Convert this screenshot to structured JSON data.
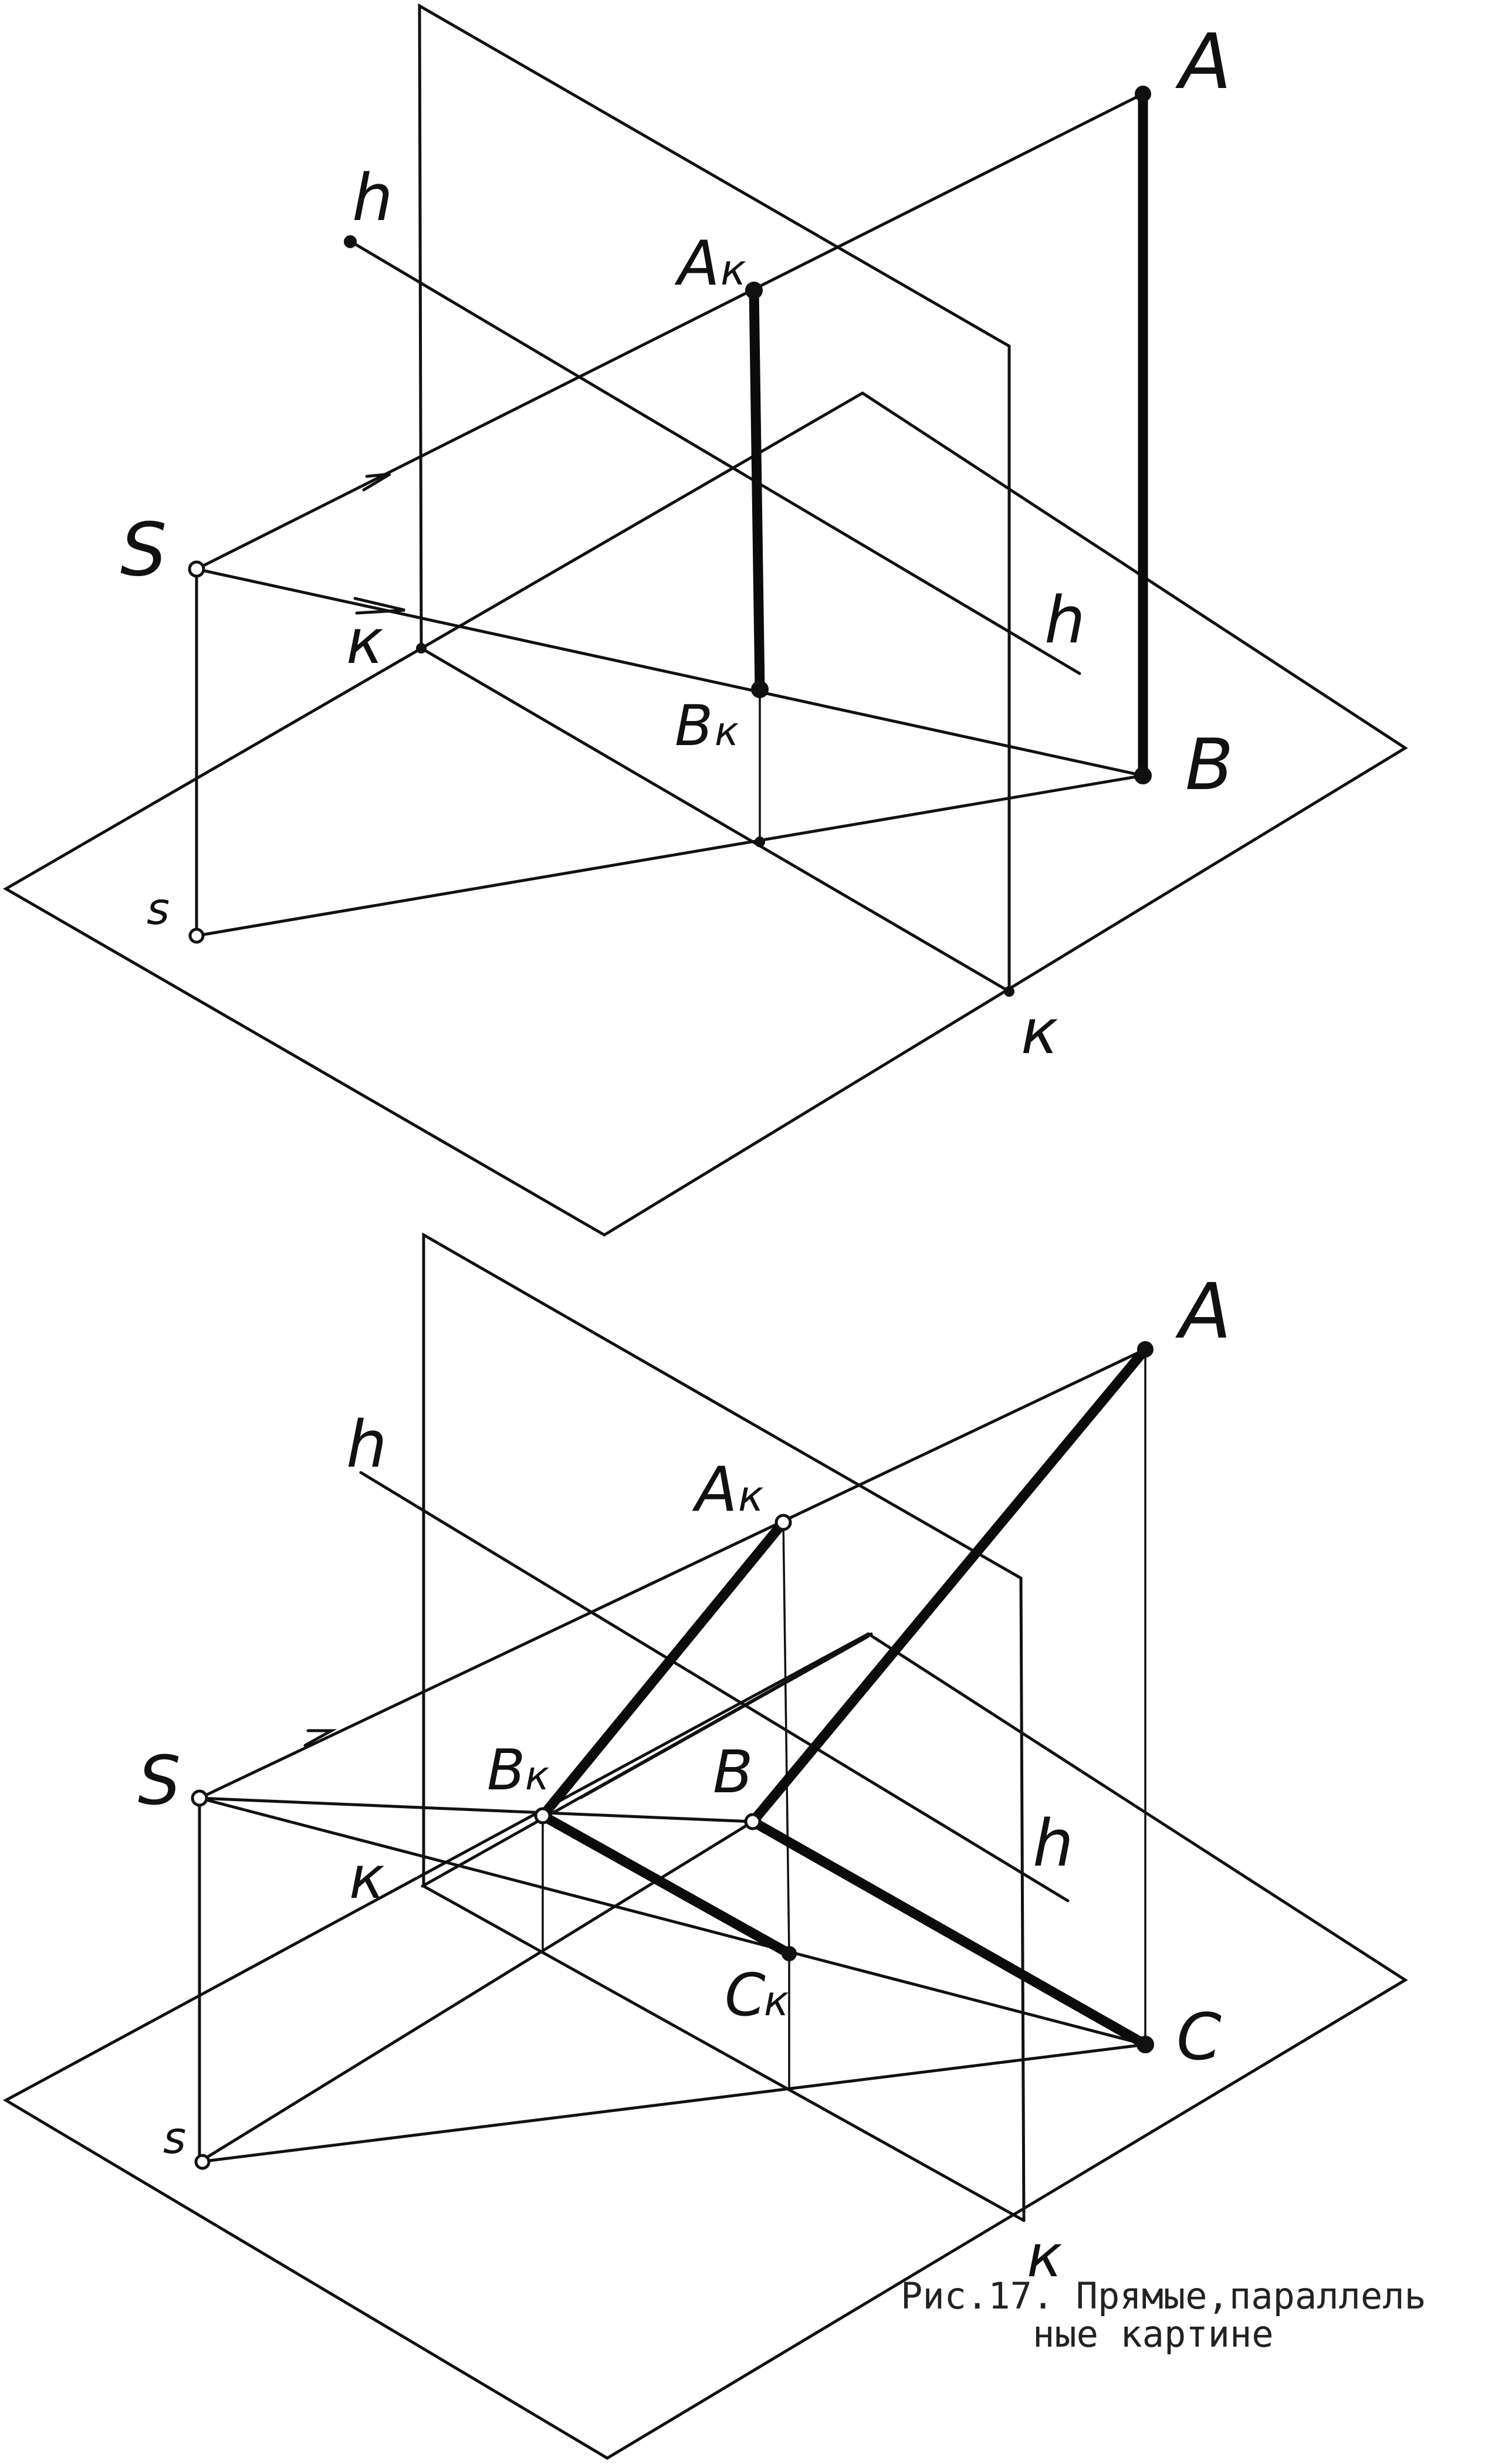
{
  "top_diagram": {
    "labels": {
      "A": "A",
      "A_k": "A",
      "A_k_sub": "к",
      "B": "B",
      "B_k": "B",
      "B_k_sub": "к",
      "S": "S",
      "s": "s",
      "h_left": "h",
      "h_right": "h",
      "k_left": "к",
      "k_right": "к"
    }
  },
  "bottom_diagram": {
    "labels": {
      "A": "A",
      "A_k": "A",
      "A_k_sub": "к",
      "B": "B",
      "B_k": "B",
      "B_k_sub": "к",
      "C": "C",
      "C_k": "C",
      "C_k_sub": "к",
      "S": "S",
      "s": "s",
      "h_left": "h",
      "h_right": "h",
      "k_left": "к",
      "k_right": "к"
    }
  },
  "caption": {
    "line1": "Рис.17. Прямые,параллель",
    "line2": "ные картине"
  }
}
